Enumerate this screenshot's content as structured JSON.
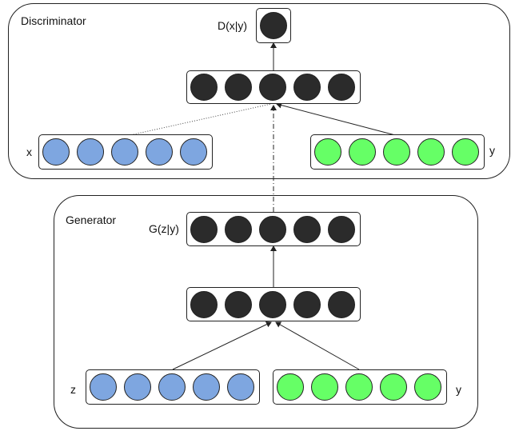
{
  "colors": {
    "dark_neuron": "#2b2b2b",
    "blue_neuron": "#7ea6e0",
    "green_neuron": "#66ff66",
    "border": "#222222"
  },
  "discriminator": {
    "title": "Discriminator",
    "output_label": "D(x|y)",
    "input_left_label": "x",
    "input_right_label": "y"
  },
  "generator": {
    "title": "Generator",
    "output_label": "G(z|y)",
    "input_left_label": "z",
    "input_right_label": "y"
  }
}
